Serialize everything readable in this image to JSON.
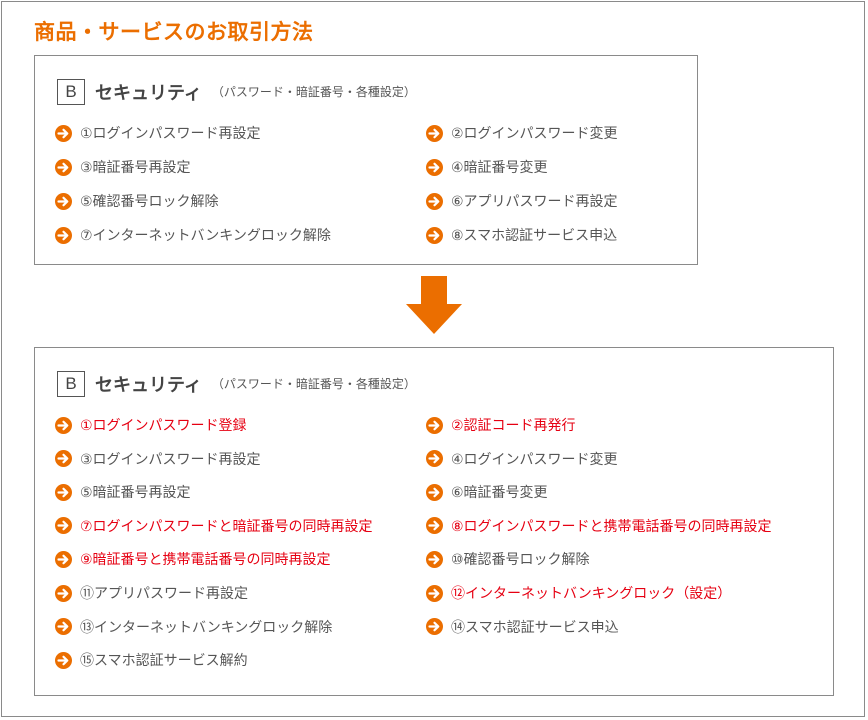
{
  "page": {
    "title": "商品・サービスのお取引方法",
    "accent_color": "#eb6e00",
    "highlight_color": "#e60012",
    "text_color": "#555555"
  },
  "before": {
    "badge": "B",
    "heading": "セキュリティ",
    "subheading": "（パスワード・暗証番号・各種設定）",
    "items": [
      {
        "label": "①ログインパスワード再設定",
        "highlight": false
      },
      {
        "label": "②ログインパスワード変更",
        "highlight": false
      },
      {
        "label": "③暗証番号再設定",
        "highlight": false
      },
      {
        "label": "④暗証番号変更",
        "highlight": false
      },
      {
        "label": "⑤確認番号ロック解除",
        "highlight": false
      },
      {
        "label": "⑥アプリパスワード再設定",
        "highlight": false
      },
      {
        "label": "⑦インターネットバンキングロック解除",
        "highlight": false
      },
      {
        "label": "⑧スマホ認証サービス申込",
        "highlight": false
      }
    ]
  },
  "transition_icon": "arrow-down-icon",
  "after": {
    "badge": "B",
    "heading": "セキュリティ",
    "subheading": "（パスワード・暗証番号・各種設定）",
    "items": [
      {
        "label": "①ログインパスワード登録",
        "highlight": true
      },
      {
        "label": "②認証コード再発行",
        "highlight": true
      },
      {
        "label": "③ログインパスワード再設定",
        "highlight": false
      },
      {
        "label": "④ログインパスワード変更",
        "highlight": false
      },
      {
        "label": "⑤暗証番号再設定",
        "highlight": false
      },
      {
        "label": "⑥暗証番号変更",
        "highlight": false
      },
      {
        "label": "⑦ログインパスワードと暗証番号の同時再設定",
        "highlight": true
      },
      {
        "label": "⑧ログインパスワードと携帯電話番号の同時再設定",
        "highlight": true
      },
      {
        "label": "⑨暗証番号と携帯電話番号の同時再設定",
        "highlight": true
      },
      {
        "label": "⑩確認番号ロック解除",
        "highlight": false
      },
      {
        "label": "⑪アプリパスワード再設定",
        "highlight": false
      },
      {
        "label": "⑫インターネットバンキングロック（設定）",
        "highlight": true
      },
      {
        "label": "⑬インターネットバンキングロック解除",
        "highlight": false
      },
      {
        "label": "⑭スマホ認証サービス申込",
        "highlight": false
      },
      {
        "label": "⑮スマホ認証サービス解約",
        "highlight": false
      }
    ]
  }
}
